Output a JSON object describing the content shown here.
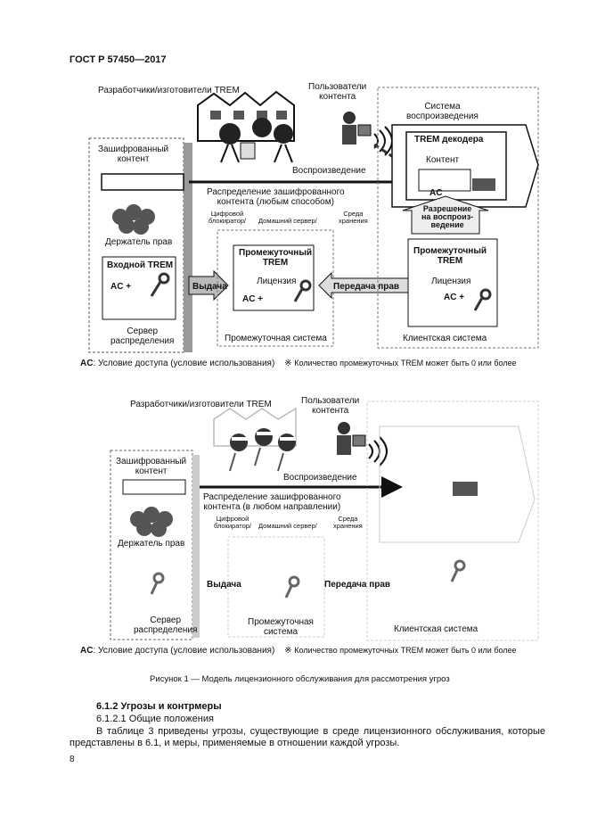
{
  "header": {
    "standard": "ГОСТ Р 57450—2017"
  },
  "figure_top": {
    "developers": "Разработчики/изготовители TREM",
    "users": "Пользователи\nконтента",
    "playback_system": "Система\nвоспроизведения",
    "trem_decoder": "TREM декодера",
    "content": "Контент",
    "ac": "AC",
    "encrypted_content": "Зашифрованный\nконтент",
    "playback": "Воспроизведение",
    "distribution": "Распределение зашифрованного\nконтента (любым способом)",
    "digital_blocker": "Цифровой\nблокиратор/",
    "home_server": "Домашний сервер/",
    "storage_medium": "Среда\nхранения",
    "rights_holder": "Держатель прав",
    "permission": "Разрешение\nна воспроиз-\nведение",
    "input_trem": "Входной TREM",
    "ac_plus": "AC +",
    "intermediate_trem": "Промежуточный\nTREM",
    "license": "Лицензия",
    "issuance": "Выдача",
    "rights_transfer": "Передача прав",
    "client_intermediate_trem": "Промежуточный\nTREM",
    "server": "Сервер\nраспределения",
    "intermediate_system": "Промежуточная система",
    "client_system": "Клиентская система",
    "note_ac": "AC",
    "note_ac_text": ": Условие доступа (условие использования)",
    "note_star": "※",
    "note_star_text": "Количество промежуточных TREM может быть 0 или более"
  },
  "figure_bottom": {
    "developers": "Разработчики/изготовители TREM",
    "users": "Пользователи\nконтента",
    "encrypted_content": "Зашифрованный\nконтент",
    "playback": "Воспроизведение",
    "distribution": "Распределение зашифрованного\nконтента (в любом направлении)",
    "digital_blocker": "Цифровой\nблокиратор/",
    "home_server": "Домашний сервер/",
    "storage_medium": "Среда\nхранения",
    "rights_holder": "Держатель прав",
    "issuance": "Выдача",
    "rights_transfer": "Передача прав",
    "server": "Сервер\nраспределения",
    "intermediate_system": "Промежуточная\nсистема",
    "client_system": "Клиентская система",
    "note_ac": "AC",
    "note_ac_text": ": Условие доступа (условие использования)",
    "note_star": "※",
    "note_star_text": "Количество промежуточных TREM может быть 0 или более"
  },
  "caption": "Рисунок 1 — Модель лицензионного обслуживания для рассмотрения угроз",
  "section": {
    "heading": "6.1.2 Угрозы и контрмеры",
    "subheading": "6.1.2.1 Общие положения",
    "paragraph": "В таблице 3 приведены угрозы, существующие в среде лицензионного обслуживания, которые представлены в 6.1, и меры, применяемые в отношении каждой угрозы."
  },
  "page_number": "8"
}
